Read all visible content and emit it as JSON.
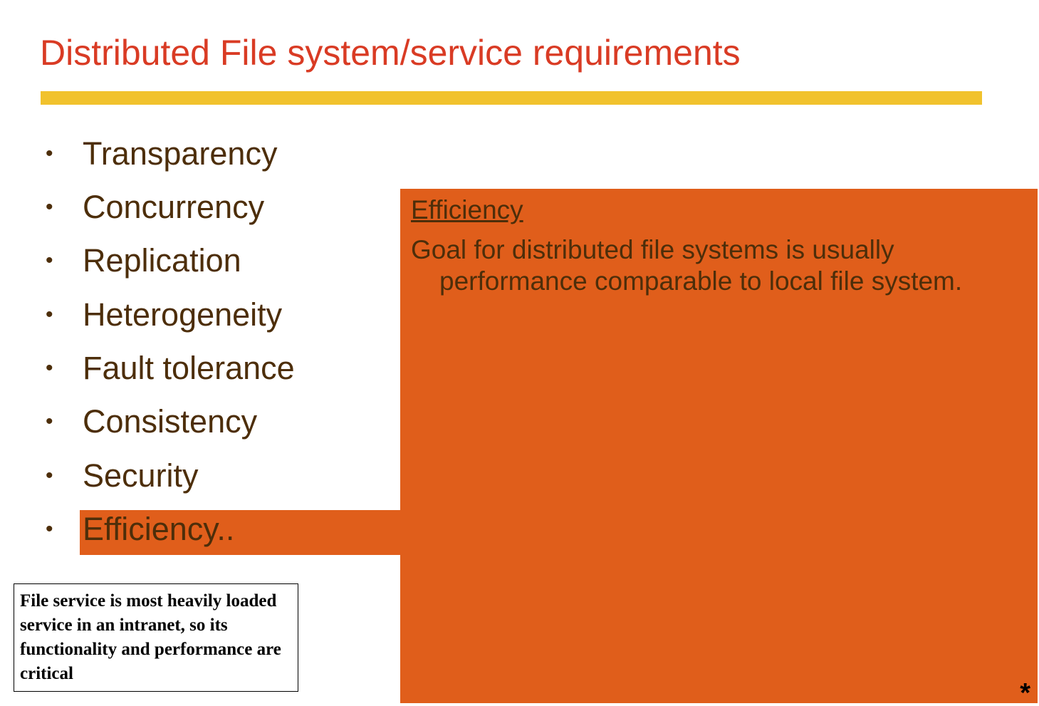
{
  "slide": {
    "title": "Distributed File system/service requirements",
    "bullets": [
      {
        "marker": "•",
        "label": "Transparency"
      },
      {
        "marker": "•",
        "label": "Concurrency"
      },
      {
        "marker": "•",
        "label": "Replication"
      },
      {
        "marker": "•",
        "label": "Heterogeneity"
      },
      {
        "marker": "•",
        "label": "Fault tolerance"
      },
      {
        "marker": "•",
        "label": "Consistency"
      },
      {
        "marker": "•",
        "label": "Security"
      },
      {
        "marker": "•",
        "label": "Efficiency.."
      }
    ],
    "popup": {
      "heading": "Efficiency",
      "body_line1": "Goal for distributed file systems is usually",
      "body_line2": "performance comparable to local file system.",
      "corner_mark": "*"
    },
    "note": {
      "text": "File service is most heavily loaded service in an intranet, so its functionality and performance are critical"
    }
  },
  "colors": {
    "title": "#d93b24",
    "title_rule": "#f1c22d",
    "bullet_text": "#4d2e0a",
    "popup_bg": "#e05e1b"
  }
}
